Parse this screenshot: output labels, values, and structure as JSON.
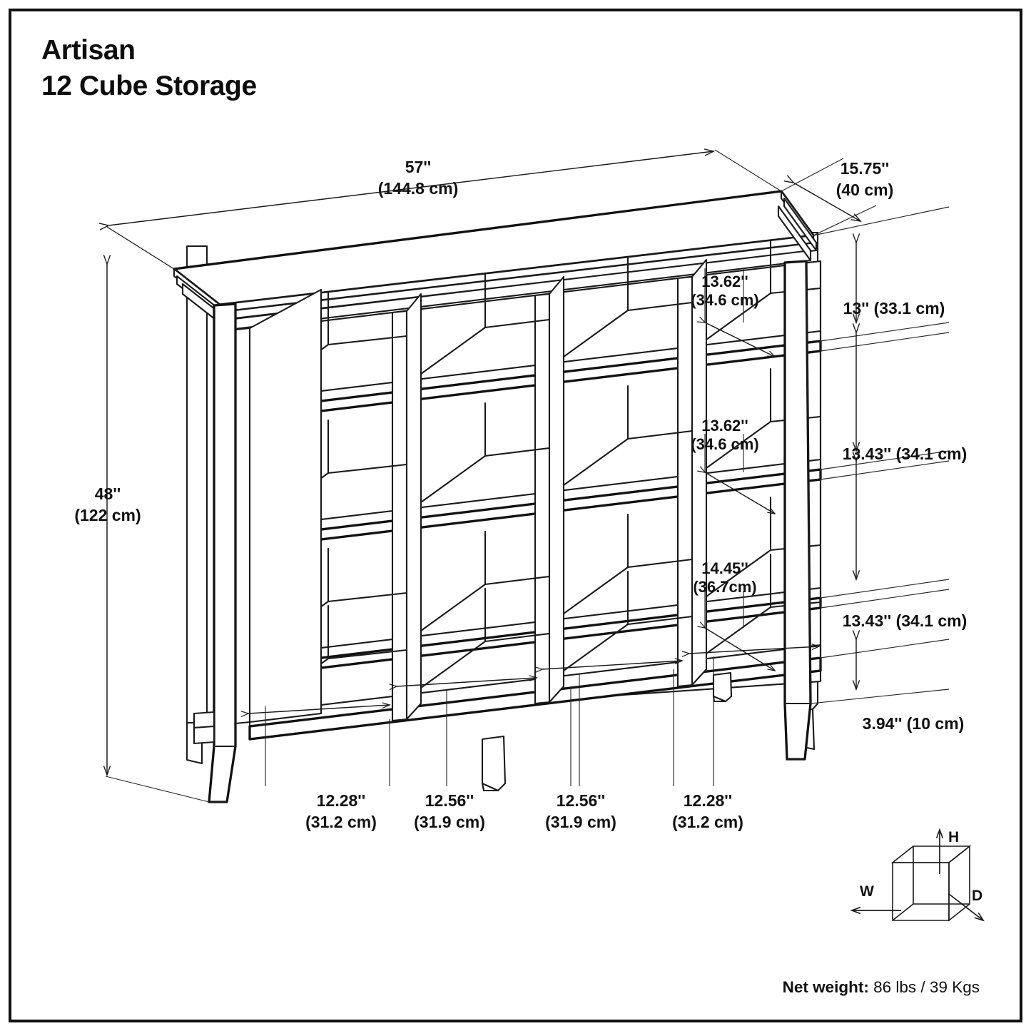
{
  "product": {
    "brand_line": "Artisan",
    "name_line": "12 Cube Storage"
  },
  "net_weight": {
    "label": "Net weight:",
    "value": " 86 lbs / 39 Kgs"
  },
  "dimensions": {
    "overall_width": {
      "imperial": "57''",
      "metric": "(144.8 cm)"
    },
    "overall_depth": {
      "imperial": "15.75''",
      "metric": "(40 cm)"
    },
    "overall_height": {
      "imperial": "48''",
      "metric": "(122 cm)"
    },
    "right_stack": [
      {
        "text": "13'' (33.1 cm)"
      },
      {
        "text": "13.43'' (34.1 cm)"
      },
      {
        "text": "13.43'' (34.1 cm)"
      },
      {
        "text": "3.94'' (10 cm)"
      }
    ],
    "cube_heights": [
      {
        "imperial": "13.62''",
        "metric": "(34.6 cm)"
      },
      {
        "imperial": "13.62''",
        "metric": "(34.6 cm)"
      },
      {
        "imperial": "14.45''",
        "metric": "(36.7cm)"
      }
    ],
    "cube_widths": [
      {
        "imperial": "12.28''",
        "metric": "(31.2 cm)"
      },
      {
        "imperial": "12.56''",
        "metric": "(31.9 cm)"
      },
      {
        "imperial": "12.56''",
        "metric": "(31.9 cm)"
      },
      {
        "imperial": "12.28''",
        "metric": "(31.2 cm)"
      }
    ]
  },
  "legend": {
    "width_axis": "W",
    "depth_axis": "D",
    "height_axis": "H"
  },
  "colors": {
    "ink": "#111111",
    "line": "#1a1a1a",
    "background": "#ffffff"
  }
}
